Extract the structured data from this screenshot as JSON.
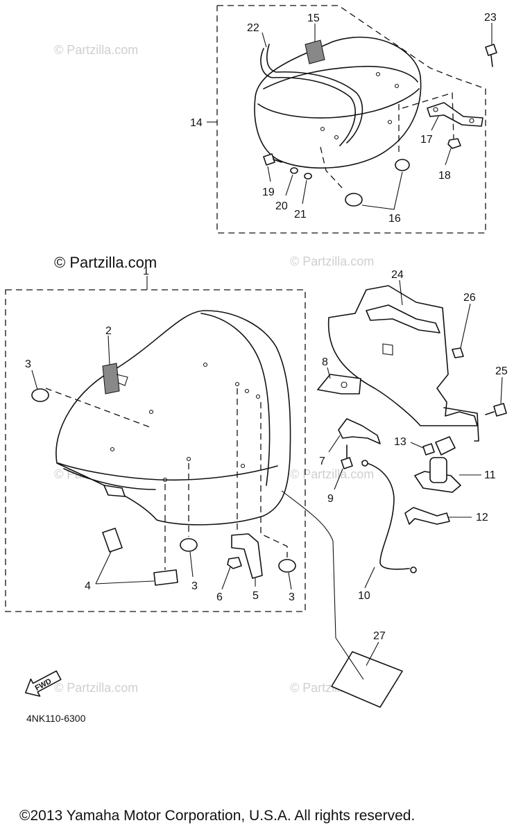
{
  "watermark_brand": "© Partzilla.com",
  "watermark_faint": "© Partzilla.com",
  "diagram_code": "4NK110-6300",
  "fwd_label": "FWD",
  "copyright": "©2013 Yamaha Motor Corporation, U.S.A. All rights reserved.",
  "callouts": {
    "c1": "1",
    "c2": "2",
    "c3a": "3",
    "c3b": "3",
    "c3c": "3",
    "c4": "4",
    "c5": "5",
    "c6": "6",
    "c7": "7",
    "c8": "8",
    "c9": "9",
    "c10": "10",
    "c11": "11",
    "c12": "12",
    "c13": "13",
    "c14": "14",
    "c15": "15",
    "c16": "16",
    "c17": "17",
    "c18": "18",
    "c19": "19",
    "c20": "20",
    "c21": "21",
    "c22": "22",
    "c23": "23",
    "c24": "24",
    "c25": "25",
    "c26": "26",
    "c27": "27"
  }
}
